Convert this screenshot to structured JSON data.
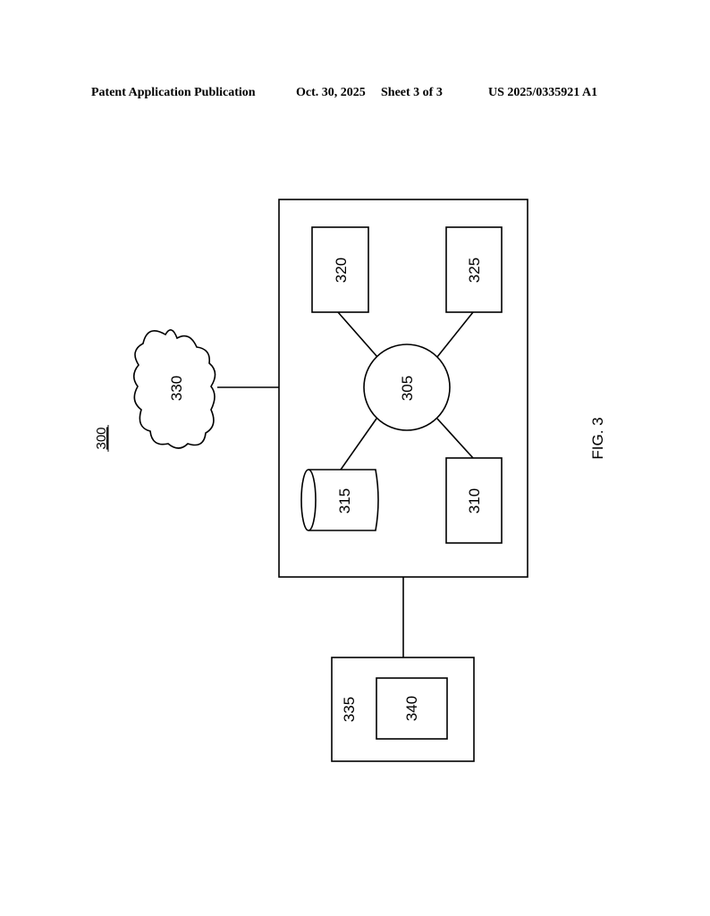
{
  "header": {
    "publication": "Patent Application Publication",
    "date": "Oct. 30, 2025",
    "sheet": "Sheet 3 of 3",
    "number": "US 2025/0335921 A1"
  },
  "figure": {
    "ref": "300",
    "caption": "FIG. 3",
    "nodes": {
      "hub": "305",
      "box_310": "310",
      "storage": "315",
      "box_320": "320",
      "box_325": "325",
      "cloud": "330",
      "device": "335",
      "device_inner": "340"
    }
  }
}
